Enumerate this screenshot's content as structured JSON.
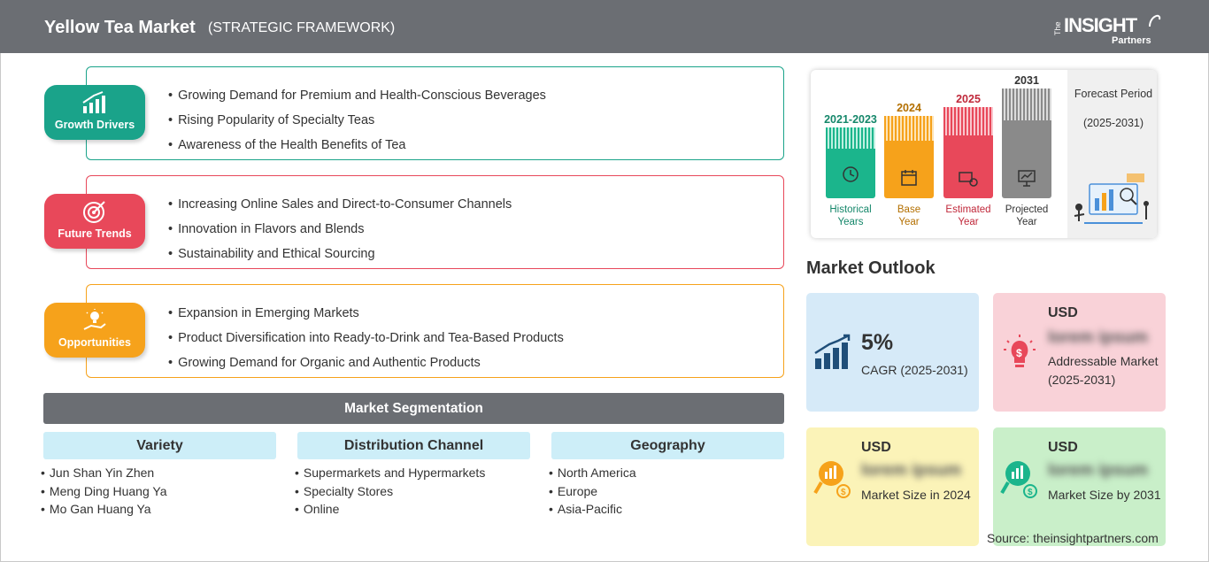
{
  "header": {
    "title": "Yellow Tea Market",
    "subtitle": "(STRATEGIC FRAMEWORK)",
    "logo": {
      "the": "The",
      "insight": "INSIGHT",
      "partners": "Partners"
    }
  },
  "framework": {
    "growth_drivers": {
      "label": "Growth Drivers",
      "color": "#1aa38a",
      "items": [
        "Growing Demand for Premium and Health-Conscious Beverages",
        "Rising Popularity of Specialty Teas",
        "Awareness of the Health Benefits of Tea"
      ]
    },
    "future_trends": {
      "label": "Future Trends",
      "color": "#e8485a",
      "items": [
        "Increasing Online Sales and Direct-to-Consumer Channels",
        "Innovation in Flavors and Blends",
        "Sustainability and Ethical Sourcing"
      ]
    },
    "opportunities": {
      "label": "Opportunities",
      "color": "#f6a21b",
      "items": [
        "Expansion in Emerging Markets",
        "Product Diversification into Ready-to-Drink and Tea-Based Products",
        "Growing Demand for Organic and Authentic Products"
      ]
    }
  },
  "segmentation": {
    "title": "Market Segmentation",
    "columns": [
      {
        "heading": "Variety",
        "items": [
          "Jun Shan Yin Zhen",
          "Meng Ding Huang Ya",
          "Mo Gan Huang Ya"
        ]
      },
      {
        "heading": "Distribution Channel",
        "items": [
          "Supermarkets and Hypermarkets",
          "Specialty Stores",
          "Online"
        ]
      },
      {
        "heading": "Geography",
        "items": [
          "North America",
          "Europe",
          "Asia-Pacific"
        ]
      }
    ]
  },
  "timeline": {
    "bars": [
      {
        "year": "2021-2023",
        "caption_line1": "Historical",
        "caption_line2": "Years",
        "color": "#1bb58c",
        "text_color": "#15876a",
        "icon": "history-icon"
      },
      {
        "year": "2024",
        "caption_line1": "Base",
        "caption_line2": "Year",
        "color": "#f6a21b",
        "text_color": "#b36f00",
        "icon": "calendar-icon"
      },
      {
        "year": "2025",
        "caption_line1": "Estimated",
        "caption_line2": "Year",
        "color": "#e8485a",
        "text_color": "#c0283a",
        "icon": "estimate-icon"
      },
      {
        "year": "2031",
        "caption_line1": "Projected",
        "caption_line2": "Year",
        "color": "#8a8a8a",
        "text_color": "#333333",
        "icon": "presentation-icon"
      }
    ],
    "forecast_label": "Forecast Period",
    "forecast_range": "(2025-2031)"
  },
  "outlook": {
    "title": "Market Outlook",
    "cagr": {
      "value": "5%",
      "label": "CAGR (2025-2031)",
      "bg": "#d6eaf8"
    },
    "addressable": {
      "currency": "USD",
      "value": "lorem ipsum",
      "label": "Addressable Market (2025-2031)",
      "bg": "#f9d2d8"
    },
    "size_2024": {
      "currency": "USD",
      "value": "lorem ipsum",
      "label": "Market Size in 2024",
      "bg": "#fbf3b8"
    },
    "size_2031": {
      "currency": "USD",
      "value": "lorem ipsum",
      "label": "Market Size by 2031",
      "bg": "#c9efc9"
    }
  },
  "source": "Source: theinsightpartners.com"
}
